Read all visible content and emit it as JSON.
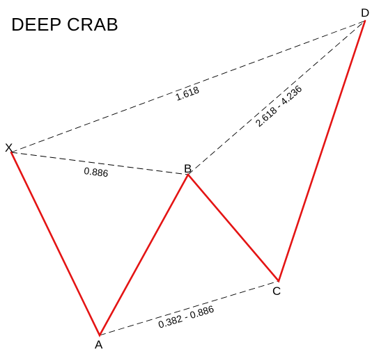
{
  "title": "DEEP CRAB",
  "colors": {
    "legs": "#e41414",
    "ratio_lines": "#000000",
    "background": "#ffffff"
  },
  "points": {
    "X": "X",
    "A": "A",
    "B": "B",
    "C": "C",
    "D": "D"
  },
  "ratios": {
    "XB": "0.886",
    "AC": "0.382 - 0.886",
    "BD": "2.618 - 4.236",
    "XD": "1.618"
  }
}
